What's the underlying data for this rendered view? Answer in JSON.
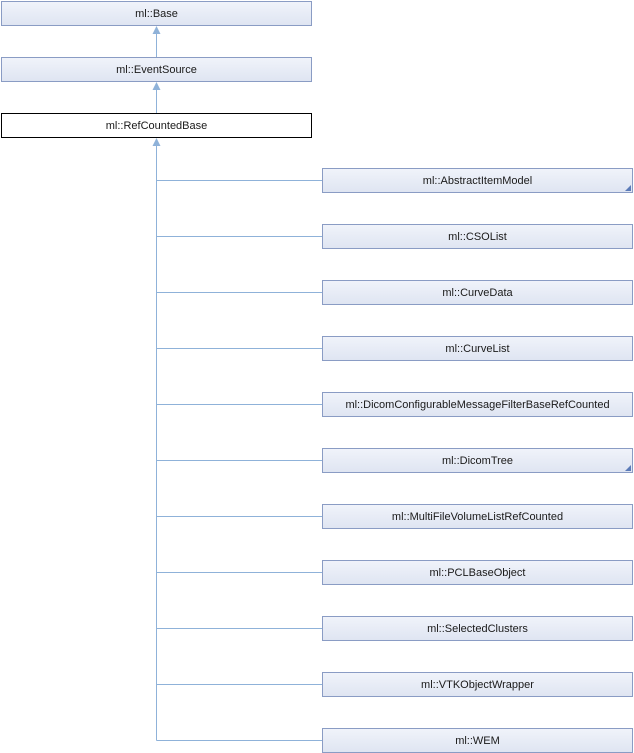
{
  "diagram": {
    "ancestors": [
      {
        "id": "base",
        "label": "ml::Base"
      },
      {
        "id": "eventsource",
        "label": "ml::EventSource"
      }
    ],
    "current": {
      "id": "refcountedbase",
      "label": "ml::RefCountedBase"
    },
    "children": [
      {
        "id": "abstractitemmodel",
        "label": "ml::AbstractItemModel",
        "has_more": true
      },
      {
        "id": "csolist",
        "label": "ml::CSOList",
        "has_more": false
      },
      {
        "id": "curvedata",
        "label": "ml::CurveData",
        "has_more": false
      },
      {
        "id": "curvelist",
        "label": "ml::CurveList",
        "has_more": false
      },
      {
        "id": "dicomconfigurablemessagefilterbaserefcounted",
        "label": "ml::DicomConfigurableMessageFilterBaseRefCounted",
        "has_more": false
      },
      {
        "id": "dicomtree",
        "label": "ml::DicomTree",
        "has_more": true
      },
      {
        "id": "multifilevolumelistrefcounted",
        "label": "ml::MultiFileVolumeListRefCounted",
        "has_more": false
      },
      {
        "id": "pclbaseobject",
        "label": "ml::PCLBaseObject",
        "has_more": false
      },
      {
        "id": "selectedclusters",
        "label": "ml::SelectedClusters",
        "has_more": false
      },
      {
        "id": "vtkobjectwrapper",
        "label": "ml::VTKObjectWrapper",
        "has_more": false
      },
      {
        "id": "wem",
        "label": "ml::WEM",
        "has_more": false
      }
    ],
    "colors": {
      "edge": "#8fb2d9",
      "node_border": "#8a9cc4",
      "node_fill": "#e4e9f5",
      "current_border": "#000000"
    }
  }
}
